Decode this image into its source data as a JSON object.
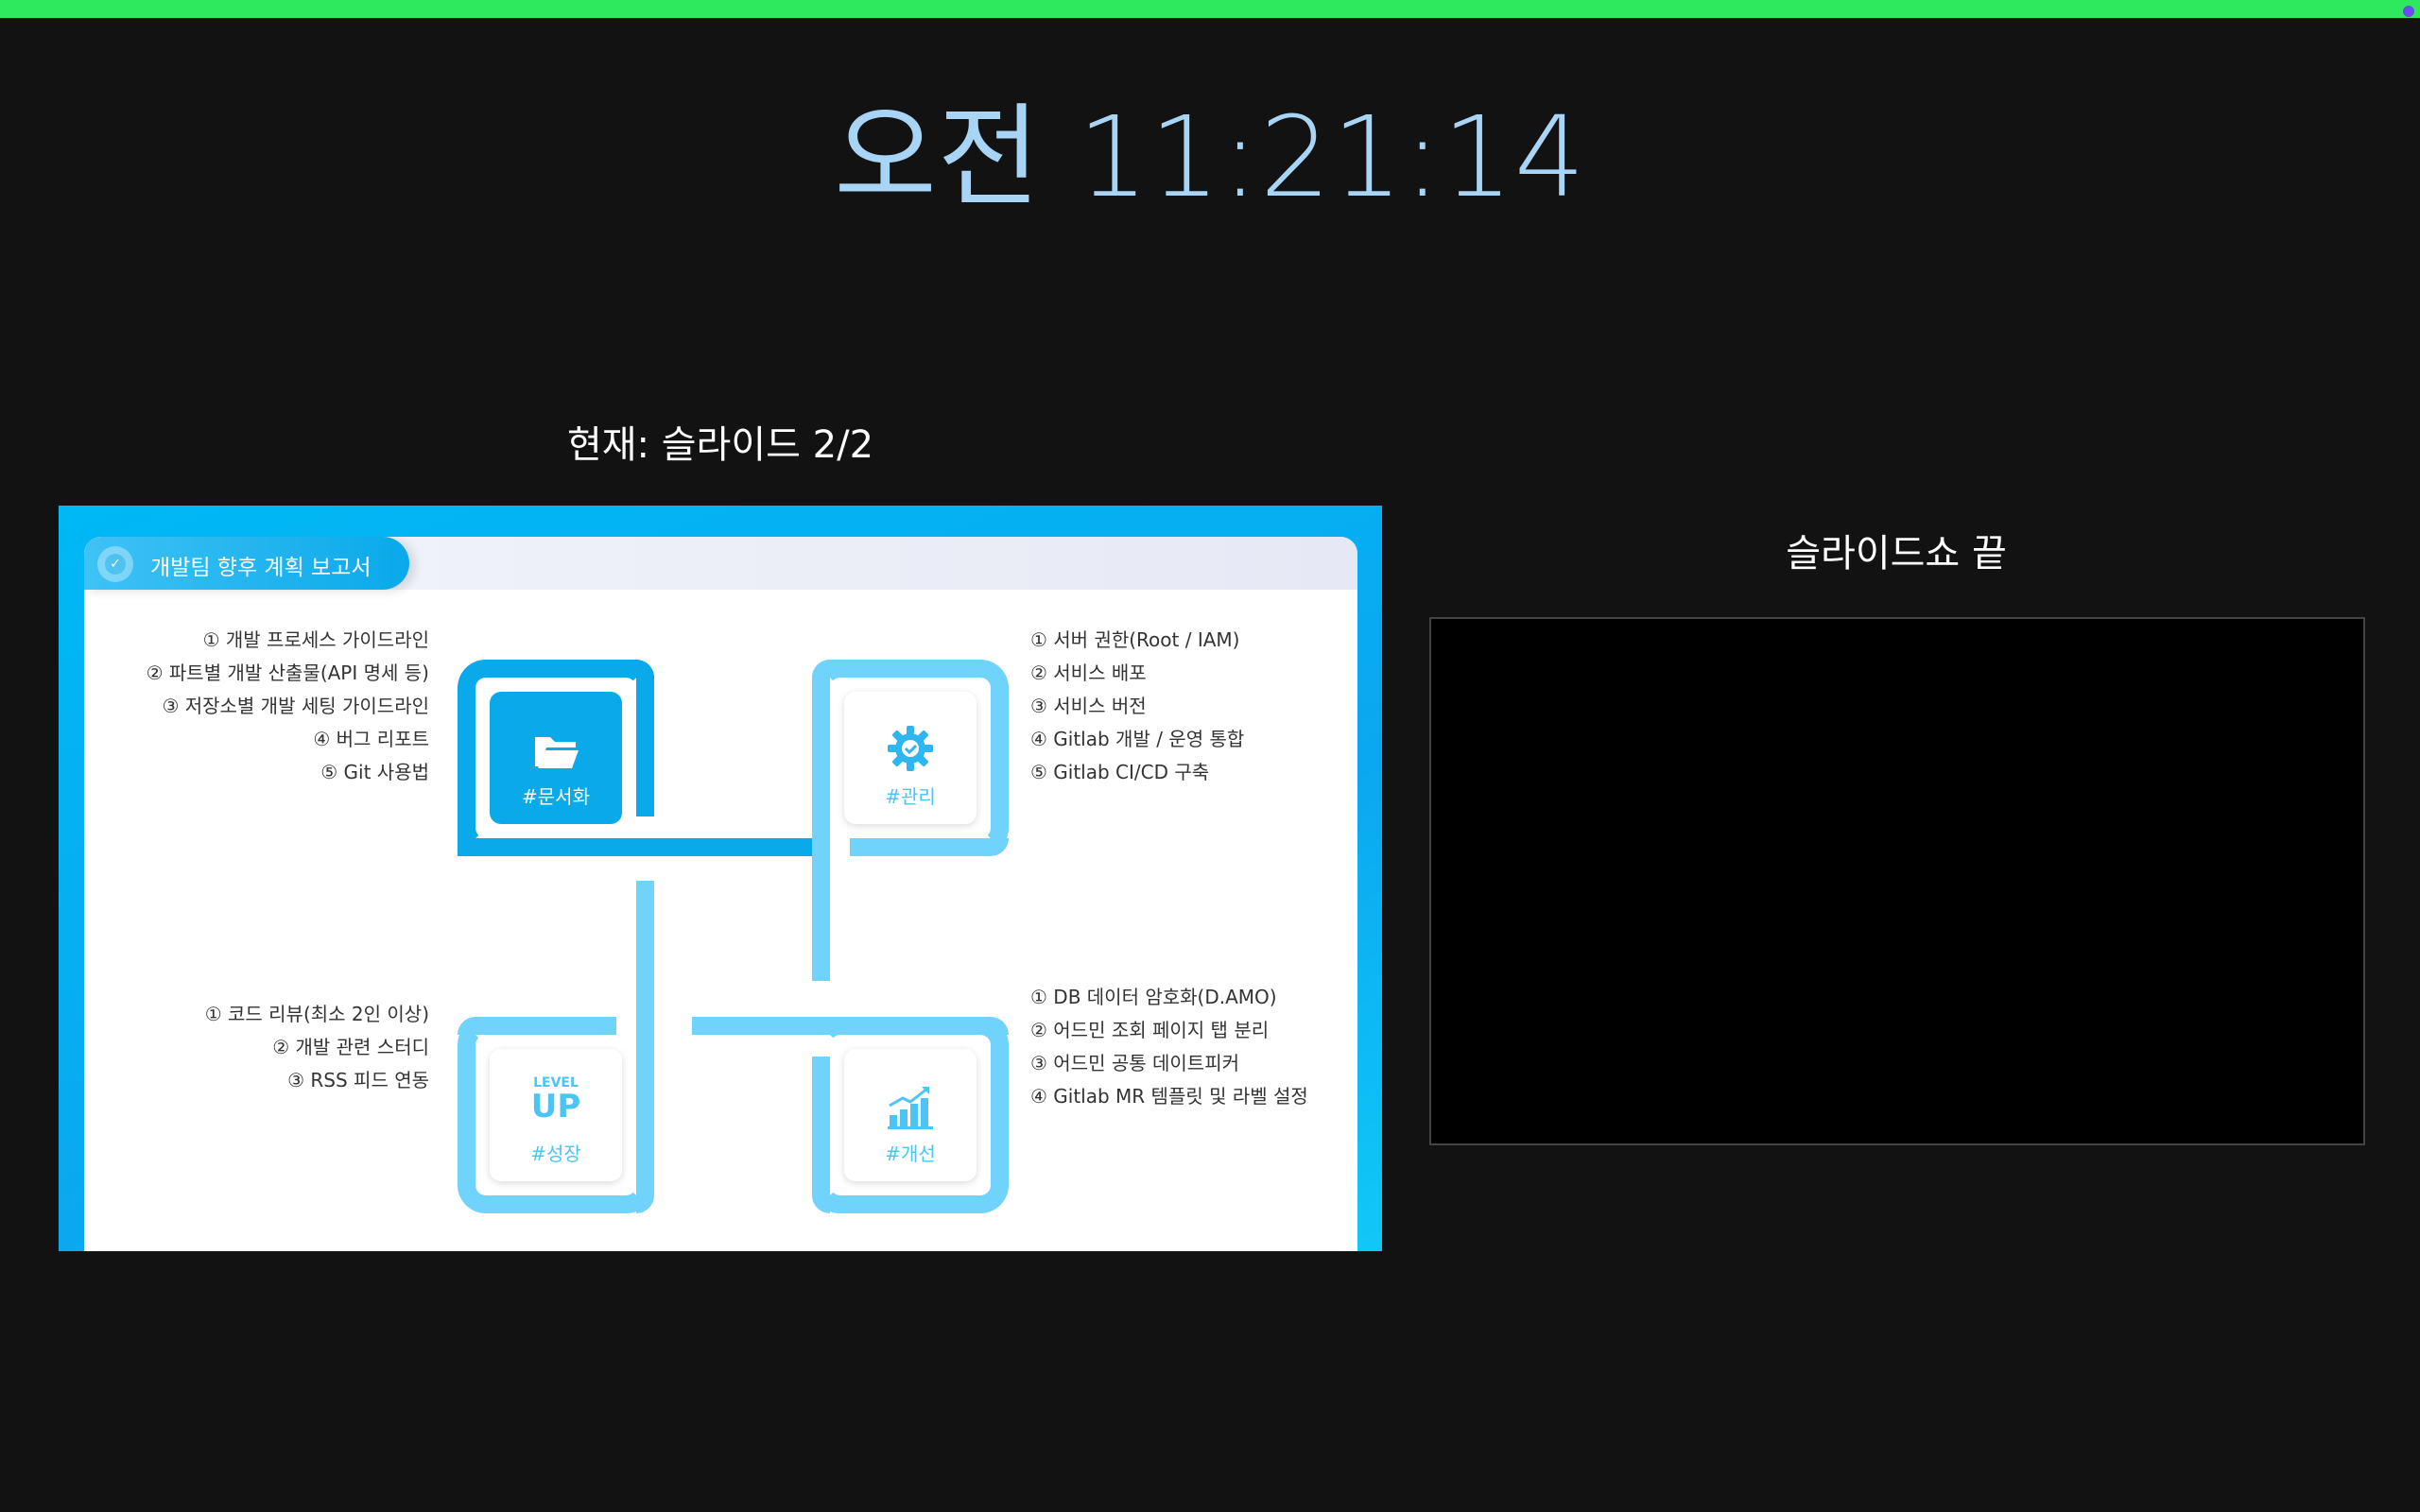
{
  "clock": "오전 11:21:14",
  "current_slide_label": "현재: 슬라이드 2/2",
  "next_slide_label": "슬라이드쇼 끝",
  "slide": {
    "title": "개발팀 향후 계획 보고서",
    "quadrants": {
      "documentation": {
        "tag": "#문서화",
        "icon": "folder-icon",
        "items": [
          "① 개발 프로세스 가이드라인",
          "② 파트별 개발 산출물(API 명세 등)",
          "③ 저장소별 개발 세팅 가이드라인",
          "④ 버그 리포트",
          "⑤ Git 사용법"
        ]
      },
      "management": {
        "tag": "#관리",
        "icon": "gear-check-icon",
        "items": [
          "① 서버 권한(Root / IAM)",
          "② 서비스 배포",
          "③ 서비스 버전",
          "④ Gitlab 개발 / 운영 통합",
          "⑤ Gitlab CI/CD 구축"
        ]
      },
      "growth": {
        "tag": "#성장",
        "icon": "level-up-icon",
        "icon_text_top": "LEVEL",
        "icon_text_bottom": "UP",
        "items": [
          "① 코드 리뷰(최소 2인 이상)",
          "② 개발 관련 스터디",
          "③ RSS 피드 연동"
        ]
      },
      "improvement": {
        "tag": "#개선",
        "icon": "growth-chart-icon",
        "items": [
          "① DB 데이터 암호화(D.AMO)",
          "② 어드민 조회 페이지 탭 분리",
          "③ 어드민 공통 데이트피커",
          "④ Gitlab MR 템플릿 및 라벨 설정"
        ]
      }
    }
  },
  "colors": {
    "top_bar": "#2ee95e",
    "clock": "#a8d4f5",
    "accent_dark": "#0aa9ea",
    "accent_light": "#6fd3fb"
  }
}
